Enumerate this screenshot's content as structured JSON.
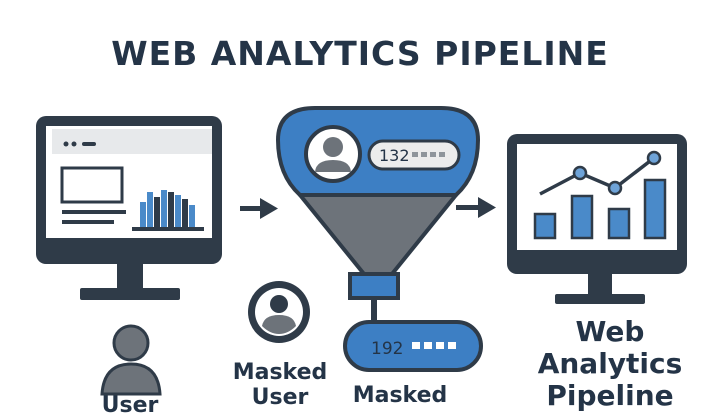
{
  "title": "WEB ANALYTICS PIPELINE",
  "funnel": {
    "ip_partial": "132"
  },
  "masked_ip_pill": {
    "ip_partial": "192"
  },
  "labels": {
    "user": "User",
    "masked_user": "Masked\nUser",
    "masked_ip": "Masked",
    "pipeline": "Web\nAnalytics\nPipeline"
  },
  "colors": {
    "dark": "#243447",
    "blue": "#3d7fc4",
    "gray": "#6b7179",
    "light_gray": "#e9ebed"
  },
  "icons": [
    "monitor-icon",
    "bar-chart-icon",
    "arrow-right-icon",
    "funnel-icon",
    "user-avatar-icon",
    "ip-tag-icon",
    "line-chart-icon"
  ]
}
